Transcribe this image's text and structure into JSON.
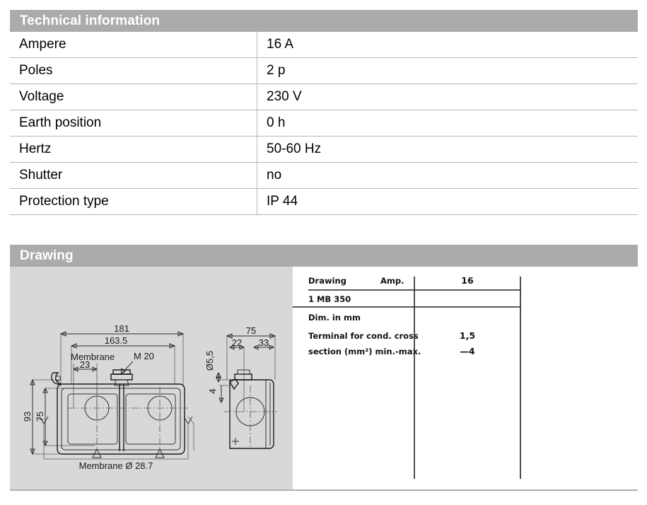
{
  "tech": {
    "header": "Technical information",
    "rows": [
      {
        "label": "Ampere",
        "value": "16 A"
      },
      {
        "label": "Poles",
        "value": "2 p"
      },
      {
        "label": "Voltage",
        "value": "230 V"
      },
      {
        "label": "Earth position",
        "value": "0 h"
      },
      {
        "label": "Hertz",
        "value": "50-60 Hz"
      },
      {
        "label": "Shutter",
        "value": "no"
      },
      {
        "label": "Protection type",
        "value": "IP 44"
      }
    ]
  },
  "drawing": {
    "header": "Drawing",
    "front_view": {
      "dim_overall_width": "181",
      "dim_inner_width": "163.5",
      "dim_height": "93",
      "dim_mount_height": "75",
      "dim_membrane_offset": "23",
      "label_membrane": "Membrane",
      "label_thread": "M 20",
      "label_membrane_diameter": "Membrane Ø 28.7"
    },
    "side_view": {
      "dim_depth_total": "75",
      "dim_depth_front": "22",
      "dim_depth_back": "33",
      "dim_hole_diameter": "Ø5,5",
      "dim_small": "4"
    },
    "spec_table": {
      "title_line1": "Drawing",
      "title_line2": "1 MB 350",
      "amp_header": "Amp.",
      "amp_value": "16",
      "dim_note": "Dim. in mm",
      "terminal_line1": "Terminal for cond. cross",
      "terminal_line2": "section (mm²) min.-max.",
      "terminal_value_line1": "1,5",
      "terminal_value_line2": "—4"
    }
  },
  "colors": {
    "header_gray": "#ababab",
    "drawing_bg": "#d8d8d8",
    "border_gray": "#b5b5b5"
  }
}
